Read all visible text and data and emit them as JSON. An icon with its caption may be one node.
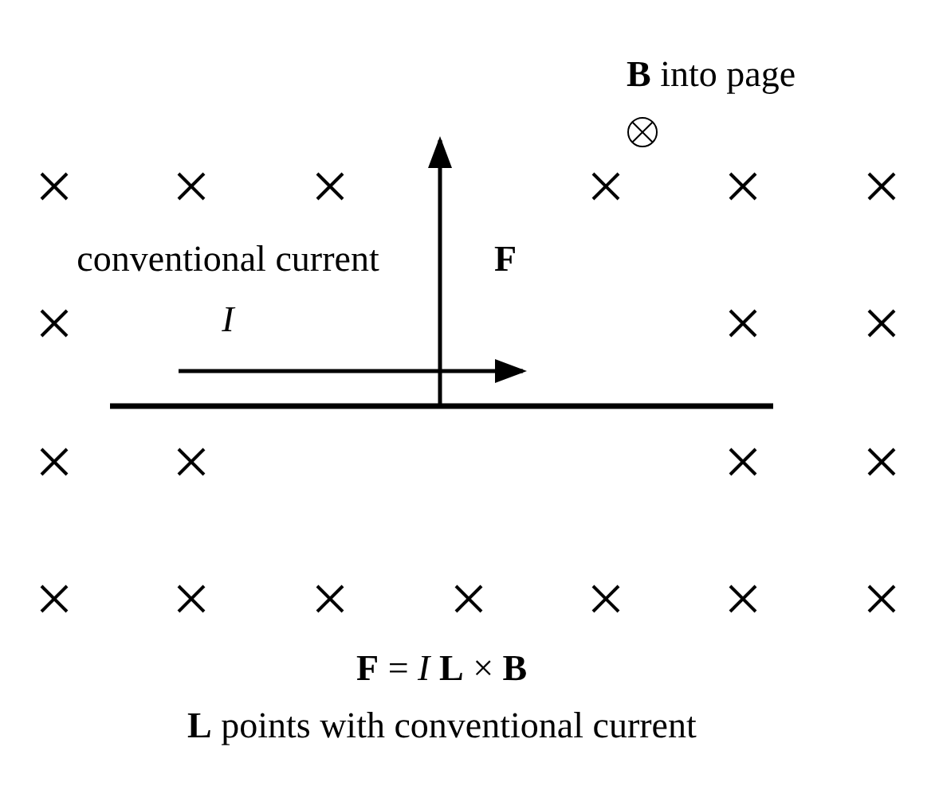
{
  "diagram": {
    "labels": [
      "**B** into page",
      "conventional current *I*",
      "F",
      "**F** = *I* **L** × **B**",
      "**L** points with conventional current"
    ]
  }
}
